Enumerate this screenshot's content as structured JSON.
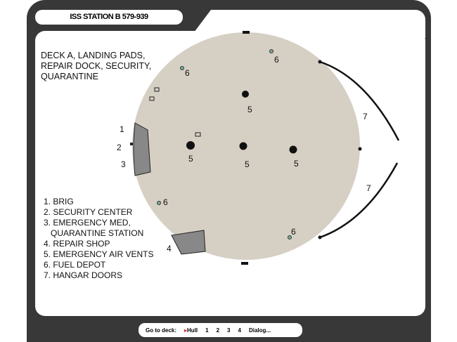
{
  "title": "ISS STATION B 579-939",
  "heading": [
    "DECK A, LANDING PADS,",
    "REPAIR DOCK, SECURITY,",
    "QUARANTINE"
  ],
  "legend": [
    "1. BRIG",
    "2. SECURITY CENTER",
    "3. EMERGENCY MED,",
    "   QUARANTINE STATION",
    "4. REPAIR SHOP",
    "5. EMERGENCY AIR VENTS",
    "6. FUEL DEPOT",
    "7. HANGAR DOORS"
  ],
  "map_labels": {
    "l1": "1",
    "l2": "2",
    "l3": "3",
    "l4": "4",
    "l5a": "5",
    "l5b": "5",
    "l5c": "5",
    "l5d": "5",
    "l6a": "6",
    "l6b": "6",
    "l6c": "6",
    "l6d": "6",
    "l7a": "7",
    "l7b": "7"
  },
  "nav": {
    "label": "Go to deck:",
    "items": [
      "Hull",
      "1",
      "2",
      "3",
      "4",
      "Dialog..."
    ]
  },
  "colors": {
    "frame": "#383838",
    "deck": "#d6cfc4"
  }
}
